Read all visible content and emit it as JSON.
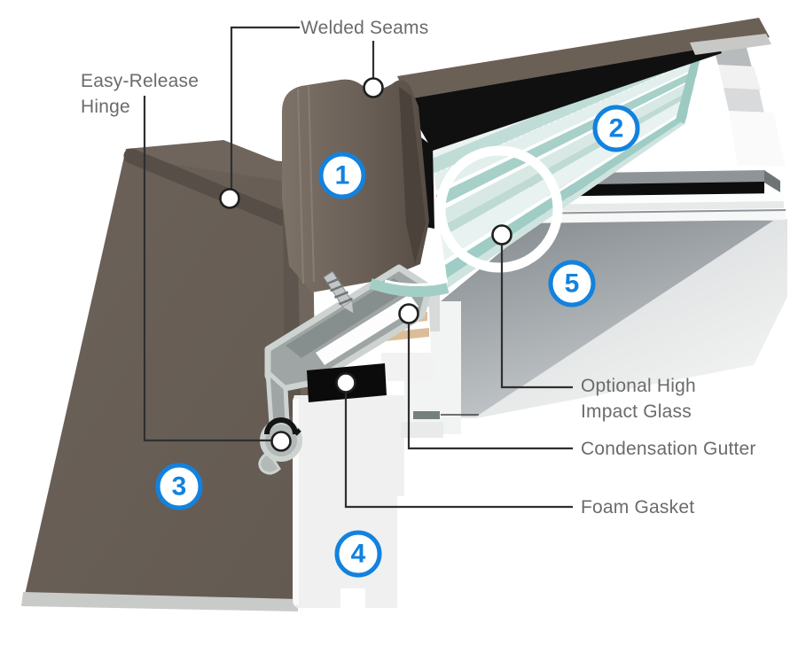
{
  "diagram": {
    "subject": "skylight cross-section cutaway",
    "badges": [
      {
        "number": "1"
      },
      {
        "number": "2"
      },
      {
        "number": "3"
      },
      {
        "number": "4"
      },
      {
        "number": "5"
      }
    ],
    "labels": {
      "welded_seams": {
        "text": "Welded Seams"
      },
      "easy_release_hinge": {
        "line1": "Easy-Release",
        "line2": "Hinge"
      },
      "optional_high_impact_glass": {
        "line1": "Optional High",
        "line2": "Impact Glass"
      },
      "condensation_gutter": {
        "text": "Condensation Gutter"
      },
      "foam_gasket": {
        "text": "Foam Gasket"
      }
    },
    "colors": {
      "badge_blue": "#1282df",
      "label_gray": "#6a6b6d",
      "cladding_brown": "#675d55",
      "ridge_brown": "#564e47",
      "glass_teal": "#a6d0c8",
      "seal_black": "#0d0d0d",
      "aluminum_gray": "#9fa5a5"
    }
  }
}
